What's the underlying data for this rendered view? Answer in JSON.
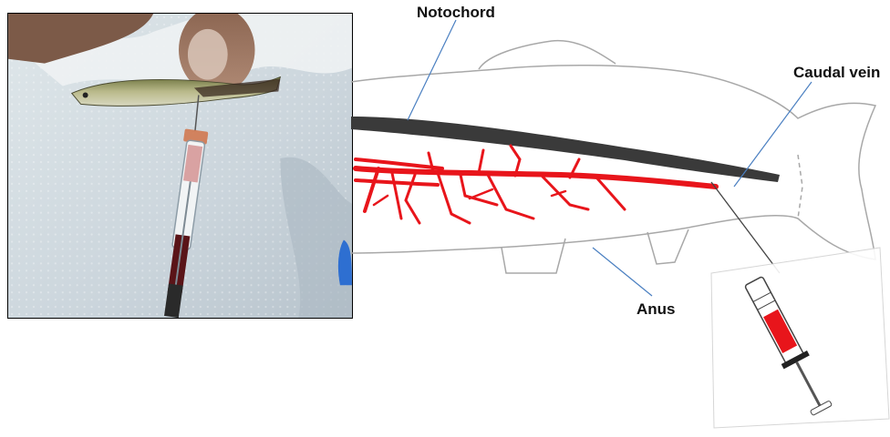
{
  "labels": {
    "notochord": "Notochord",
    "caudal_vein": "Caudal vein",
    "anus": "Anus"
  },
  "colors": {
    "vessel_red": "#e8151b",
    "notochord_gray": "#3a3a3a",
    "leader_line_blue": "#4a7fc1",
    "fish_outline": "#a8a8a8"
  }
}
